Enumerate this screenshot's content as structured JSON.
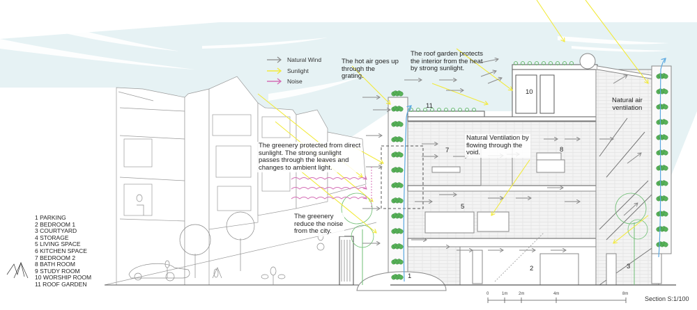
{
  "legend": {
    "items": [
      {
        "label": "Natural Wind",
        "color": "#8a8a8a",
        "icon": "wind-arrow-icon"
      },
      {
        "label": "Sunlight",
        "color": "#f2ea3c",
        "icon": "sunlight-arrow-icon"
      },
      {
        "label": "Noise",
        "color": "#d46fb6",
        "icon": "noise-arrow-icon"
      }
    ]
  },
  "annotations": {
    "hot_air": "The hot air goes up\nthrough the\ngrating.",
    "roof_garden": "The roof garden protects\nthe interior from the heat\nby strong sunlight.",
    "greenery_sun": "The greenery protected from direct\nsunlight. The strong sunlight\npasses through the leaves and\nchanges to ambient light.",
    "greenery_noise": "The greenery\nreduce the noise\nfrom the city.",
    "void_ventilation": "Natural Ventilation by\nflowing through the\nvoid.",
    "air_ventilation": "Natural air\nventilation"
  },
  "rooms": [
    "1 PARKING",
    "2 BEDROOM 1",
    "3 COURTYARD",
    "4 STORAGE",
    "5 LIVING SPACE",
    "6 KITCHEN SPACE",
    "7 BEDROOM 2",
    "8 BATH ROOM",
    "9 STUDY ROOM",
    "10 WORSHIP ROOM",
    "11 ROOF GARDEN"
  ],
  "room_numbers": {
    "n1": "1",
    "n2": "2",
    "n3": "3",
    "n5": "5",
    "n7": "7",
    "n8": "8",
    "n10": "10",
    "n11": "11"
  },
  "scale_bar": {
    "ticks": [
      "0",
      "1m",
      "2m",
      "4m",
      "8m"
    ],
    "title": "Section S:1/100"
  },
  "colors": {
    "sky": "#e6f2f4",
    "wind": "#8a8a8a",
    "sun": "#f2ea3c",
    "noise": "#d46fb6",
    "greenery": "#4fae52",
    "airflow": "#5aa8e0",
    "line": "#6a6a6a"
  }
}
